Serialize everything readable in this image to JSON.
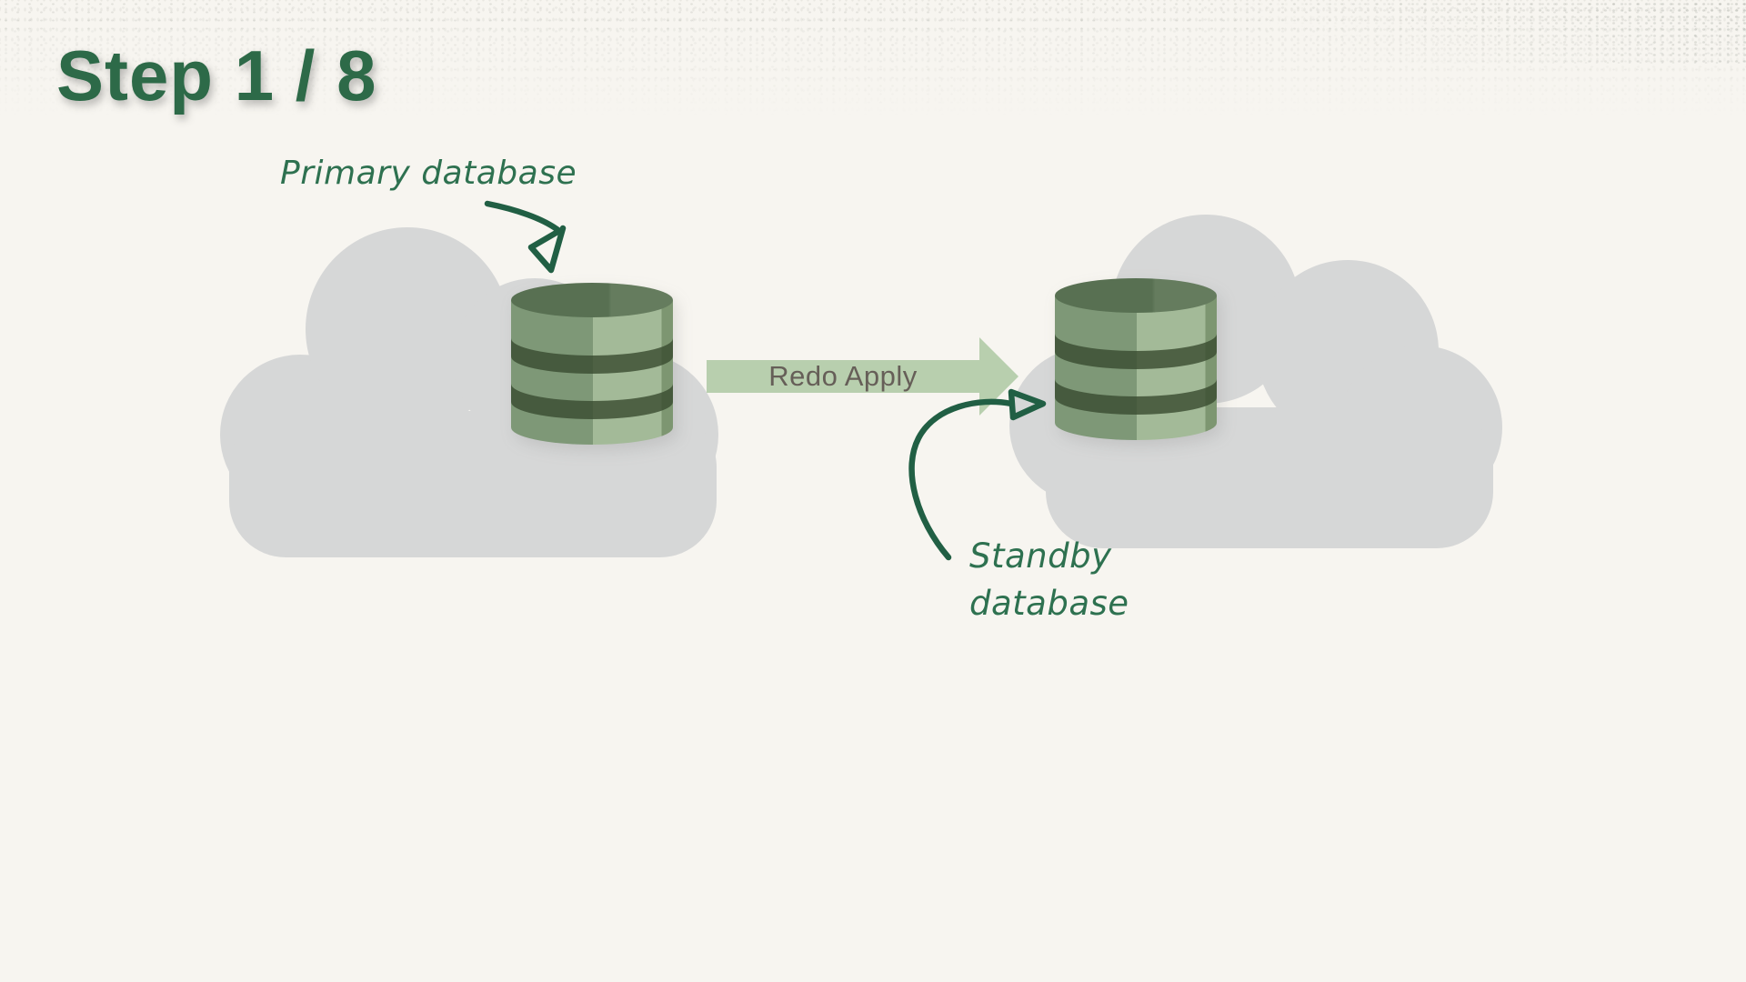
{
  "page": {
    "title": "Step 1 / 8",
    "background_color": "#f7f5f0"
  },
  "annotations": {
    "primary_label": "Primary database",
    "standby_label_line1": "Standby",
    "standby_label_line2": "database"
  },
  "flow": {
    "redo_arrow_label": "Redo Apply"
  },
  "icons": {
    "left_cloud": "cloud-icon",
    "right_cloud": "cloud-icon",
    "primary_db": "database-cylinder-icon",
    "standby_db": "database-cylinder-icon",
    "primary_pointer": "hand-drawn-arrow-icon",
    "standby_pointer": "hand-drawn-arrow-icon"
  },
  "palette": {
    "title_green": "#2d6a48",
    "annotation_green": "#2e7150",
    "hand_arrow_green": "#215f44",
    "cloud_gray": "#d6d7d7",
    "redo_arrow_fill": "#b8cfae",
    "redo_text_gray": "#665f58",
    "db_top": "#587052",
    "db_body": "#7e9877",
    "db_highlight": "#a3ba98",
    "db_band": "#384b30"
  }
}
